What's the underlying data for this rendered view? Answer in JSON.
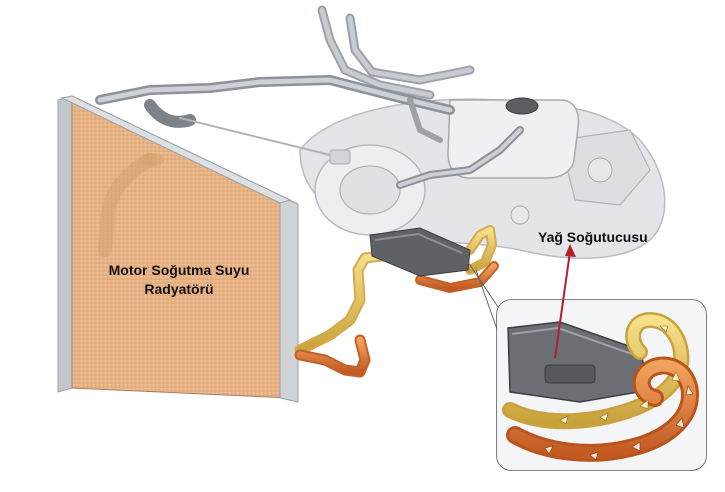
{
  "labels": {
    "radiator_line1": "Motor Soğutma Suyu",
    "radiator_line2": "Radyatörü",
    "oil_cooler": "Yağ Soğutucusu"
  },
  "colors": {
    "radiator_core": "#e9b98c",
    "radiator_frame": "#cfd3d8",
    "coolant_pipe": "#e9b96c",
    "hot_pipe": "#e07c3a",
    "engine_grey": "#d8dadd",
    "pointer_arrow": "#b02030"
  }
}
